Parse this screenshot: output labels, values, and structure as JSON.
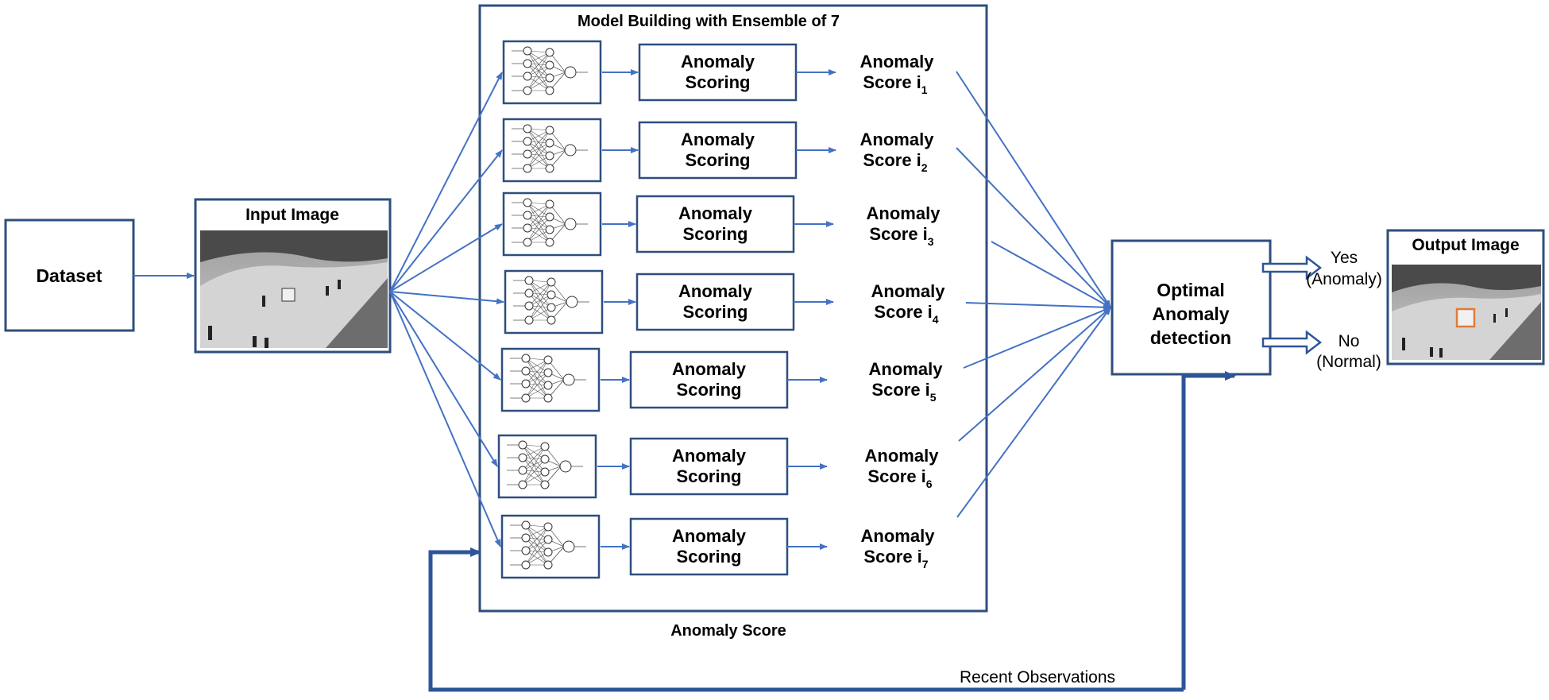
{
  "colors": {
    "line": "#4472c4",
    "box": "#2e4e7e",
    "text": "#000000",
    "highlight": "#e07b39"
  },
  "dataset": {
    "label": "Dataset"
  },
  "input_image": {
    "title": "Input Image"
  },
  "ensemble": {
    "title": "Model Building with Ensemble of  7",
    "footer": "Anomaly Score",
    "rows": [
      {
        "scoring": [
          "Anomaly",
          "Scoring"
        ],
        "score": [
          "Anomaly",
          "Score i"
        ],
        "sub": "1"
      },
      {
        "scoring": [
          "Anomaly",
          "Scoring"
        ],
        "score": [
          "Anomaly",
          "Score i"
        ],
        "sub": "2"
      },
      {
        "scoring": [
          "Anomaly",
          "Scoring"
        ],
        "score": [
          "Anomaly",
          "Score i"
        ],
        "sub": "3"
      },
      {
        "scoring": [
          "Anomaly",
          "Scoring"
        ],
        "score": [
          "Anomaly",
          "Score i"
        ],
        "sub": "4"
      },
      {
        "scoring": [
          "Anomaly",
          "Scoring"
        ],
        "score": [
          "Anomaly",
          "Score i"
        ],
        "sub": "5"
      },
      {
        "scoring": [
          "Anomaly",
          "Scoring"
        ],
        "score": [
          "Anomaly",
          "Score i"
        ],
        "sub": "6"
      },
      {
        "scoring": [
          "Anomaly",
          "Scoring"
        ],
        "score": [
          "Anomaly",
          "Score i"
        ],
        "sub": "7"
      }
    ]
  },
  "optimal": {
    "lines": [
      "Optimal",
      "Anomaly",
      "detection"
    ]
  },
  "outcomes": {
    "yes": [
      "Yes",
      "(Anomaly)"
    ],
    "no": [
      "No",
      "(Normal)"
    ]
  },
  "output_image": {
    "title": "Output Image"
  },
  "feedback": {
    "label": "Recent Observations"
  }
}
